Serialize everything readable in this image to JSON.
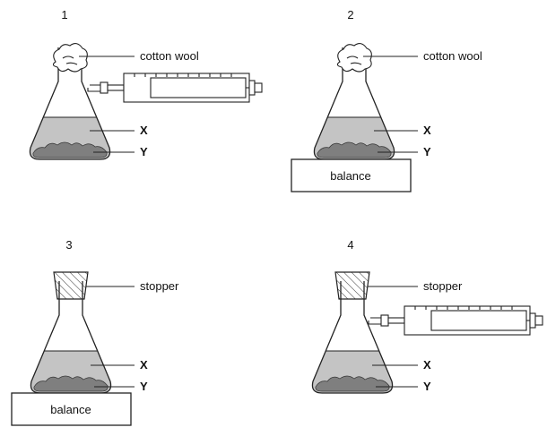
{
  "panels": [
    {
      "number": "1",
      "top_label": "cotton wool",
      "label_x": "X",
      "label_y": "Y"
    },
    {
      "number": "2",
      "top_label": "cotton wool",
      "label_x": "X",
      "label_y": "Y",
      "base_label": "balance"
    },
    {
      "number": "3",
      "top_label": "stopper",
      "label_x": "X",
      "label_y": "Y",
      "base_label": "balance"
    },
    {
      "number": "4",
      "top_label": "stopper",
      "label_x": "X",
      "label_y": "Y"
    }
  ]
}
